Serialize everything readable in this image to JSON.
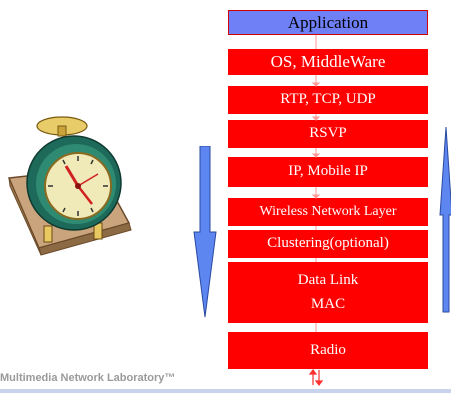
{
  "layers": [
    {
      "id": "application",
      "label": "Application",
      "style": "app"
    },
    {
      "id": "os",
      "label": "OS, MiddleWare",
      "style": "red"
    },
    {
      "id": "transport",
      "label": "RTP, TCP, UDP",
      "style": "red"
    },
    {
      "id": "rsvp",
      "label": "RSVP",
      "style": "red"
    },
    {
      "id": "ip",
      "label": "IP, Mobile IP",
      "style": "red"
    },
    {
      "id": "wireless",
      "label": "Wireless Network Layer",
      "style": "red"
    },
    {
      "id": "clustering",
      "label": "Clustering(optional)",
      "style": "red"
    },
    {
      "id": "datalink",
      "label": "Data Link",
      "style": "red"
    },
    {
      "id": "mac",
      "label": "MAC",
      "style": "red"
    },
    {
      "id": "radio",
      "label": "Radio",
      "style": "red"
    }
  ],
  "footer": {
    "text": "Multimedia Network Laboratory™"
  },
  "colors": {
    "layer": "#ff0000",
    "application": "#6f7ff5",
    "arrow": "#5e86f0",
    "connector": "#ffb0b0"
  },
  "icons": {
    "illustration": "alarm-clock-icon",
    "down": "down-arrow-icon",
    "up": "up-arrow-icon"
  }
}
